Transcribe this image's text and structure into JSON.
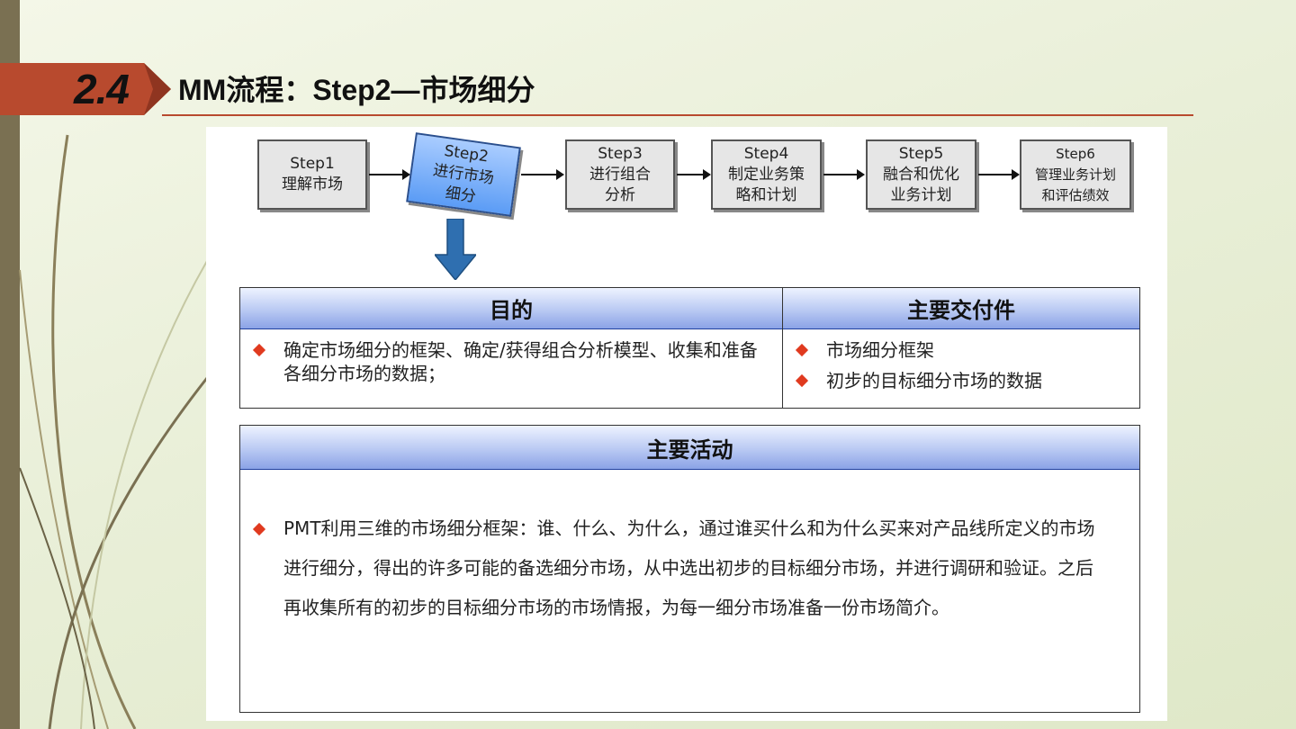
{
  "header": {
    "section_number": "2.4",
    "title": "MM流程：Step2—市场细分"
  },
  "flow": {
    "steps": [
      {
        "label": "Step1\n理解市场"
      },
      {
        "label": "Step2\n进行市场\n细分",
        "active": true
      },
      {
        "label": "Step3\n进行组合\n分析"
      },
      {
        "label": "Step4\n制定业务策\n略和计划"
      },
      {
        "label": "Step5\n融合和优化\n业务计划"
      },
      {
        "label": "Step6\n管理业务计划\n和评估绩效"
      }
    ]
  },
  "purpose": {
    "heading": "目的",
    "items": [
      "确定市场细分的框架、确定/获得组合分析模型、收集和准备各细分市场的数据；"
    ]
  },
  "deliverables": {
    "heading": "主要交付件",
    "items": [
      "市场细分框架",
      "初步的目标细分市场的数据"
    ]
  },
  "activities": {
    "heading": "主要活动",
    "items": [
      "PMT利用三维的市场细分框架：谁、什么、为什么，通过谁买什么和为什么买来对产品线所定义的市场进行细分，得出的许多可能的备选细分市场，从中选出初步的目标细分市场，并进行调研和验证。之后再收集所有的初步的目标细分市场的市场情报，为每一细分市场准备一份市场简介。"
    ]
  },
  "colors": {
    "accent_band": "#b84a2e",
    "bullet": "#e03a1f",
    "header_blue": "#8ba3e6",
    "active_step": "#5b9cf5"
  }
}
